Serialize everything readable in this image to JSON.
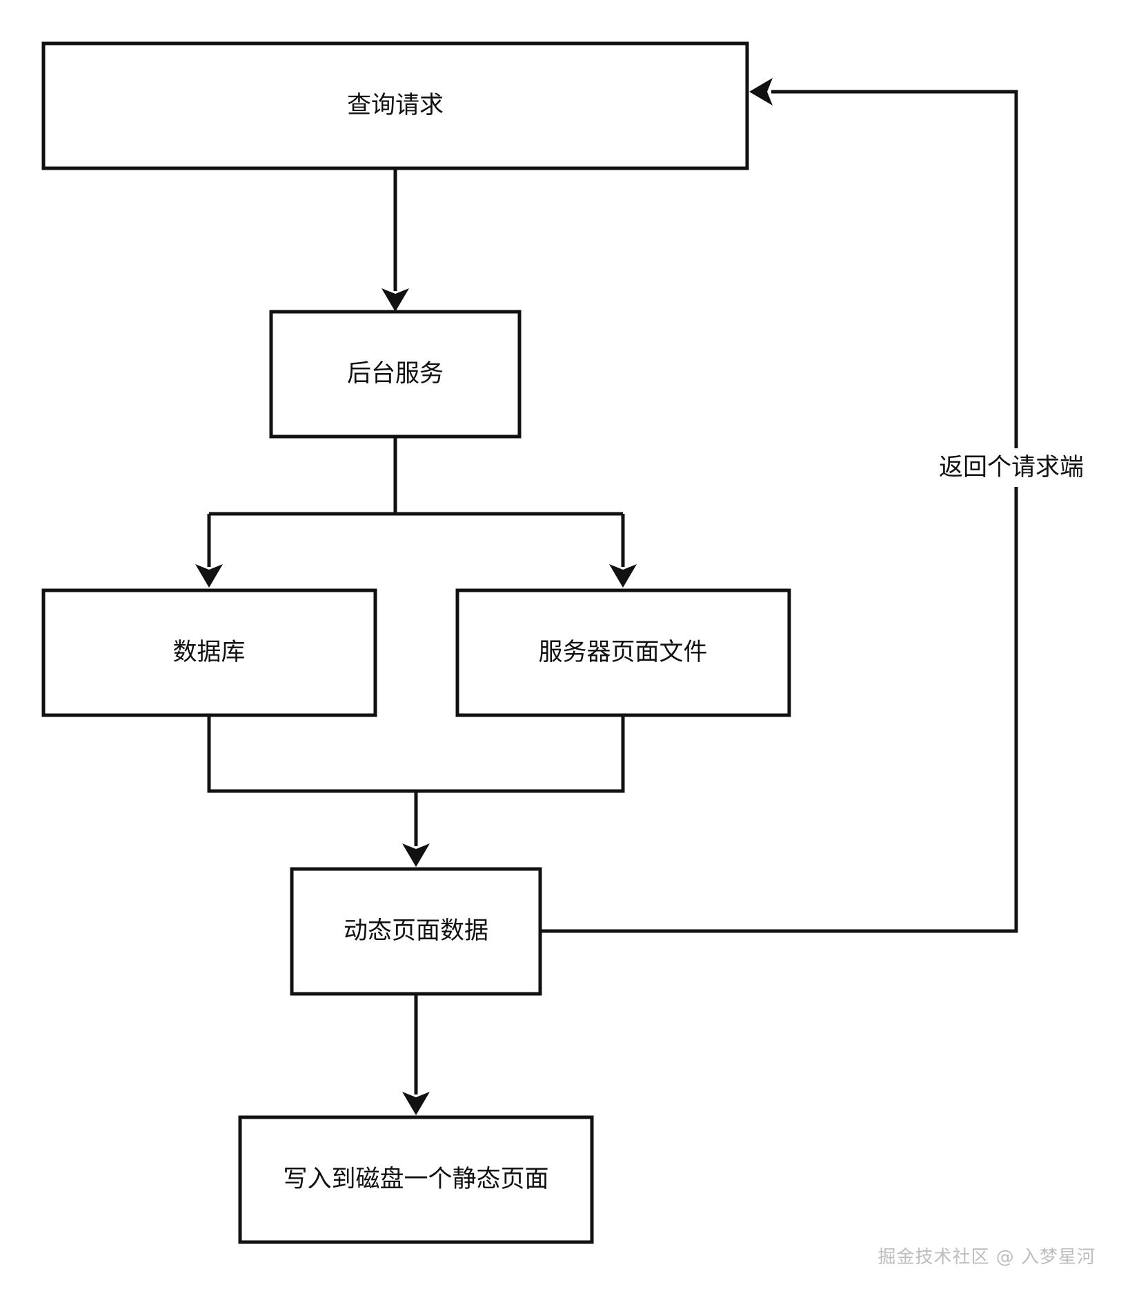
{
  "nodes": {
    "query_request": "查询请求",
    "backend_service": "后台服务",
    "database": "数据库",
    "server_page_files": "服务器页面文件",
    "dynamic_page_data": "动态页面数据",
    "write_static_page": "写入到磁盘一个静态页面"
  },
  "edge_labels": {
    "return_to_requester": "返回个请求端"
  },
  "watermark": "掘金技术社区 @ 入梦星河",
  "colors": {
    "stroke": "#111111",
    "background": "#ffffff",
    "watermark": "#bdbdbd"
  }
}
